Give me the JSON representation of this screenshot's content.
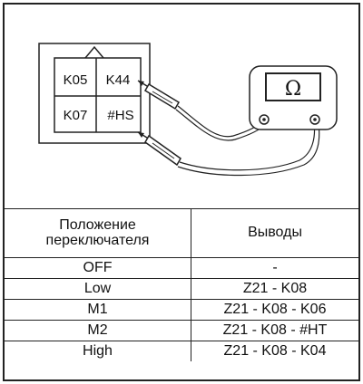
{
  "connector": {
    "pins": [
      "K05",
      "K44",
      "K07",
      "#HS"
    ]
  },
  "meter": {
    "symbol": "Ω",
    "symbol_icon": "ohm-symbol-icon"
  },
  "table": {
    "headers": [
      "Положение\nпереключателя",
      "Выводы"
    ],
    "rows": [
      {
        "position": "OFF",
        "terminals": "-"
      },
      {
        "position": "Low",
        "terminals": "Z21 - K08"
      },
      {
        "position": "M1",
        "terminals": "Z21 - K08 - K06"
      },
      {
        "position": "M2",
        "terminals": "Z21 - K08 - #HT"
      },
      {
        "position": "High",
        "terminals": "Z21 - K08 - K04"
      }
    ]
  }
}
